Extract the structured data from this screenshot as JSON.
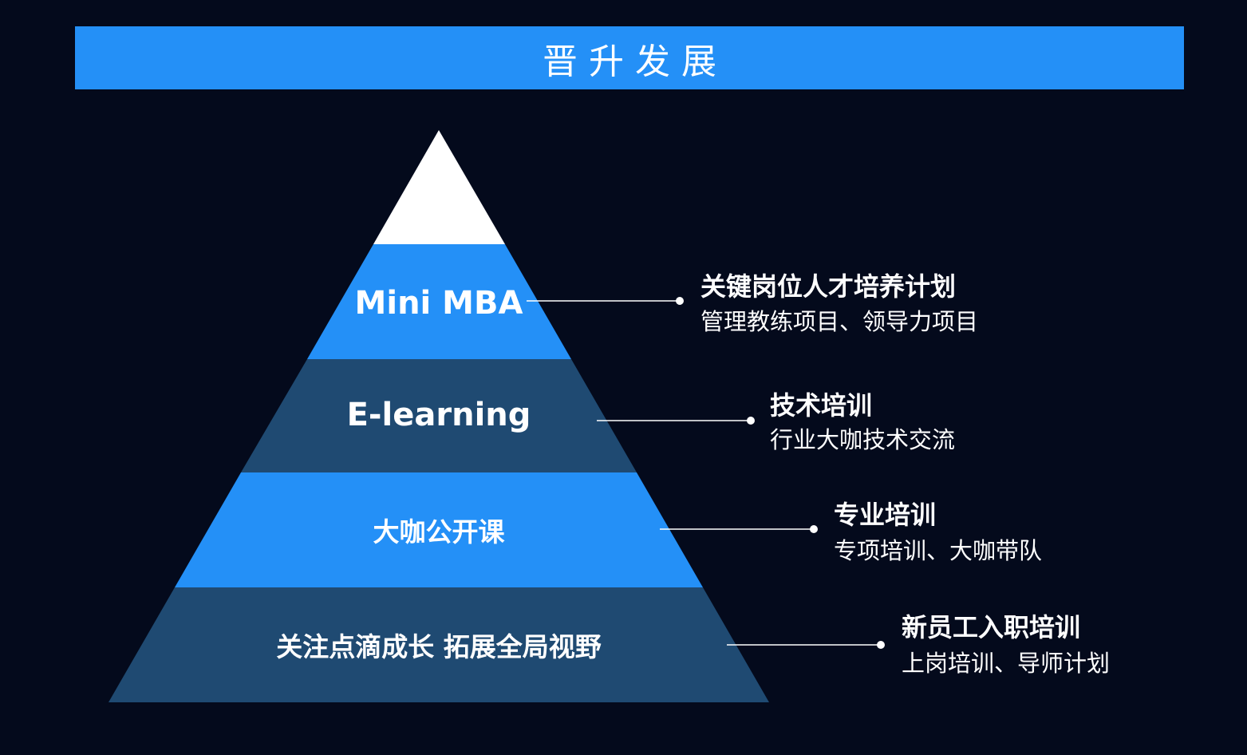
{
  "header": {
    "title": "晋升发展"
  },
  "colors": {
    "background": "#040a1c",
    "banner": "#2490f7",
    "tier_light": "#2490f7",
    "tier_dark": "#1f4a72",
    "apex": "#ffffff",
    "text": "#ffffff"
  },
  "pyramid": {
    "tiers": [
      {
        "label": "Mini MBA",
        "title": "关键岗位人才培养计划",
        "subtitle": "管理教练项目、领导力项目"
      },
      {
        "label": "E-learning",
        "title": "技术培训",
        "subtitle": "行业大咖技术交流"
      },
      {
        "label": "大咖公开课",
        "title": "专业培训",
        "subtitle": "专项培训、大咖带队"
      },
      {
        "label": "关注点滴成长  拓展全局视野",
        "title": "新员工入职培训",
        "subtitle": "上岗培训、导师计划"
      }
    ]
  }
}
